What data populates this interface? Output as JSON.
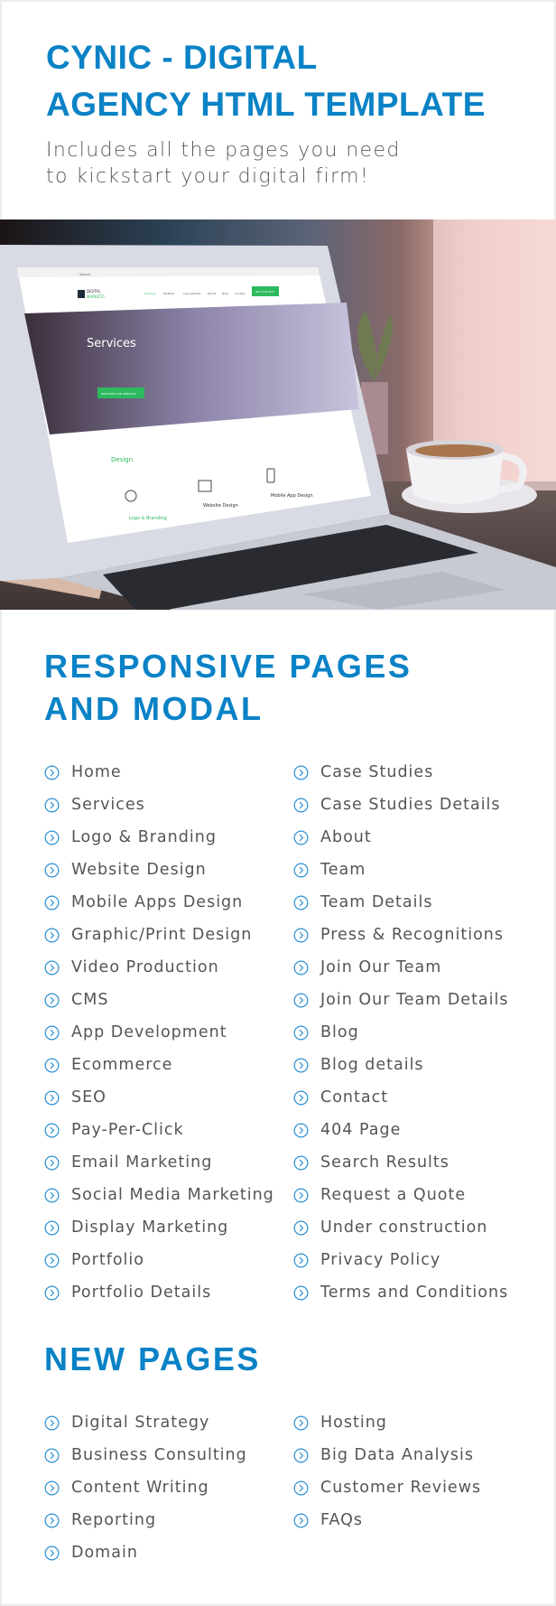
{
  "header": {
    "title_line1": "CYNIC - DIGITAL",
    "title_line2": "AGENCY HTML TEMPLATE",
    "subtitle_line1": "Includes all the pages you need",
    "subtitle_line2": "to kickstart your digital firm!"
  },
  "hero_screen": {
    "search": "Search",
    "logo_line1": "DIGITAL",
    "logo_line2": "MARKETO",
    "nav": [
      "Services",
      "Portfolio",
      "Case Studies",
      "About",
      "Blog",
      "Contact"
    ],
    "quote_button": "GET A QUOTE",
    "hero_title": "Services",
    "hero_button": "DISCOVER OUR SERVICES",
    "section": "Design",
    "items": [
      "Logo & Branding",
      "Website Design",
      "Mobile App Design"
    ]
  },
  "responsive": {
    "title_line1": "RESPONSIVE PAGES",
    "title_line2": "AND MODAL",
    "col1": [
      "Home",
      "Services",
      "Logo & Branding",
      "Website Design",
      "Mobile Apps Design",
      "Graphic/Print Design",
      "Video Production",
      "CMS",
      "App Development",
      "Ecommerce",
      "SEO",
      "Pay-Per-Click",
      "Email Marketing",
      "Social Media Marketing",
      "Display Marketing",
      "Portfolio",
      "Portfolio Details"
    ],
    "col2": [
      "Case Studies",
      "Case Studies Details",
      "About",
      "Team",
      "Team Details",
      "Press & Recognitions",
      "Join Our Team",
      "Join Our Team Details",
      "Blog",
      "Blog details",
      "Contact",
      "404 Page",
      "Search Results",
      "Request a Quote",
      "Under construction",
      "Privacy Policy",
      "Terms and Conditions"
    ]
  },
  "new_pages": {
    "title": "NEW PAGES",
    "col1": [
      "Digital Strategy",
      "Business Consulting",
      "Content Writing",
      "Reporting",
      "Domain"
    ],
    "col2": [
      "Hosting",
      "Big Data Analysis",
      "Customer Reviews",
      "FAQs"
    ]
  },
  "colors": {
    "accent": "#0a82c6",
    "text": "#555555",
    "icon": "#2a8fd4",
    "screen_green": "#2dba5f"
  },
  "icons": {
    "list_bullet": "chevron-circle-right-icon"
  }
}
